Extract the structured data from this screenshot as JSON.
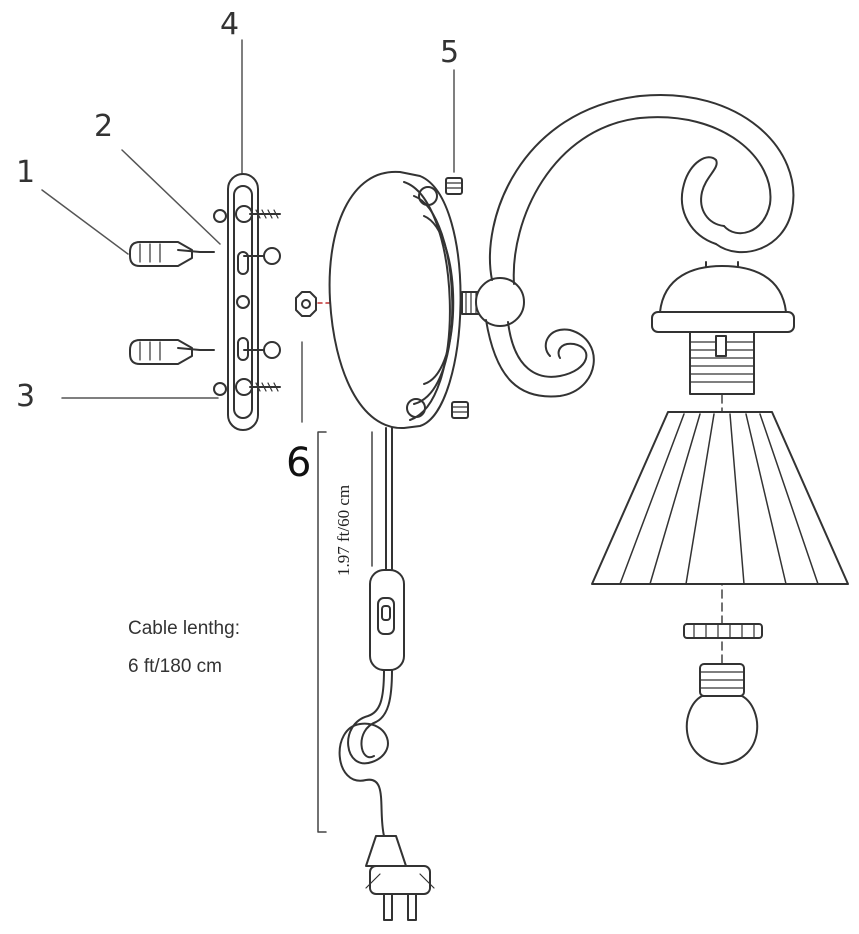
{
  "callouts": {
    "n1": "1",
    "n2": "2",
    "n3": "3",
    "n4": "4",
    "n5": "5",
    "n6": "6"
  },
  "dimensions": {
    "short_cable": "1.97 ft/60 cm",
    "cable_label_line1": "Cable lenthg:",
    "cable_label_line2": "6 ft/180 cm"
  },
  "colors": {
    "line": "#333333",
    "axis": "#c03030",
    "background": "#ffffff"
  }
}
